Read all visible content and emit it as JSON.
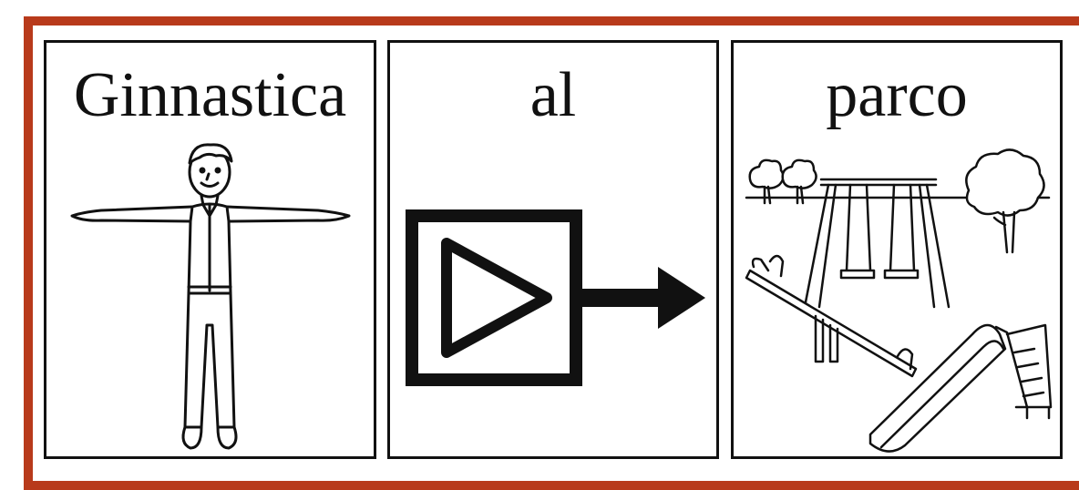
{
  "cards": [
    {
      "word": "Ginnastica",
      "pictogram": "person-arms-outstretched-icon"
    },
    {
      "word": "al",
      "pictogram": "play-arrow-right-icon"
    },
    {
      "word": "parco",
      "pictogram": "playground-park-icon"
    }
  ],
  "colors": {
    "frame": "#b83a1b",
    "card_border": "#111111",
    "text": "#111111",
    "background": "#ffffff"
  }
}
